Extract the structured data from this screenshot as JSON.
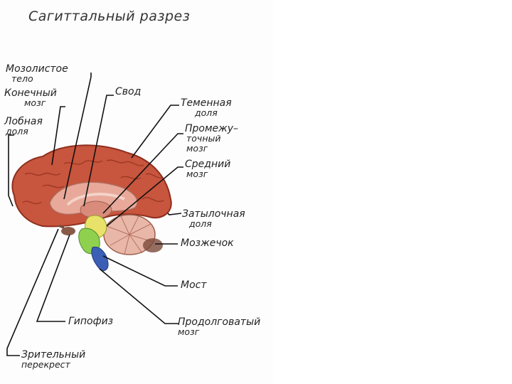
{
  "title": "Сагиттальный разрез",
  "labels": {
    "corpus_callosum": {
      "line1": "Мозолистое",
      "line2": "тело"
    },
    "telencephalon": {
      "line1": "Конечный",
      "line2": "мозг"
    },
    "frontal_lobe": {
      "line1": "Лобная",
      "line2": "доля"
    },
    "fornix": {
      "line1": "Свод"
    },
    "parietal_lobe": {
      "line1": "Теменная",
      "line2": "доля"
    },
    "diencephalon": {
      "line1": "Промежу–",
      "line2": "точный",
      "line3": "мозг"
    },
    "midbrain": {
      "line1": "Средний",
      "line2": "мозг"
    },
    "occipital_lobe": {
      "line1": "Затылочная",
      "line2": "доля"
    },
    "cerebellum": {
      "line1": "Мозжечок"
    },
    "pons": {
      "line1": "Мост"
    },
    "pituitary": {
      "line1": "Гипофиз"
    },
    "medulla": {
      "line1": "Продолговатый",
      "line2": "мозг"
    },
    "optic_chiasm": {
      "line1": "Зрительный",
      "line2": "перекрест"
    }
  },
  "colors": {
    "cortex": "#c8553d",
    "cortex_dark": "#8e2f1f",
    "inner_pink": "#e8a99a",
    "cerebellum": "#e9b7a8",
    "midbrain_yellow": "#e8e26a",
    "pons_green": "#8fd14f",
    "medulla_blue": "#3b5fb5",
    "brainstem_brown": "#7a4a3a"
  }
}
